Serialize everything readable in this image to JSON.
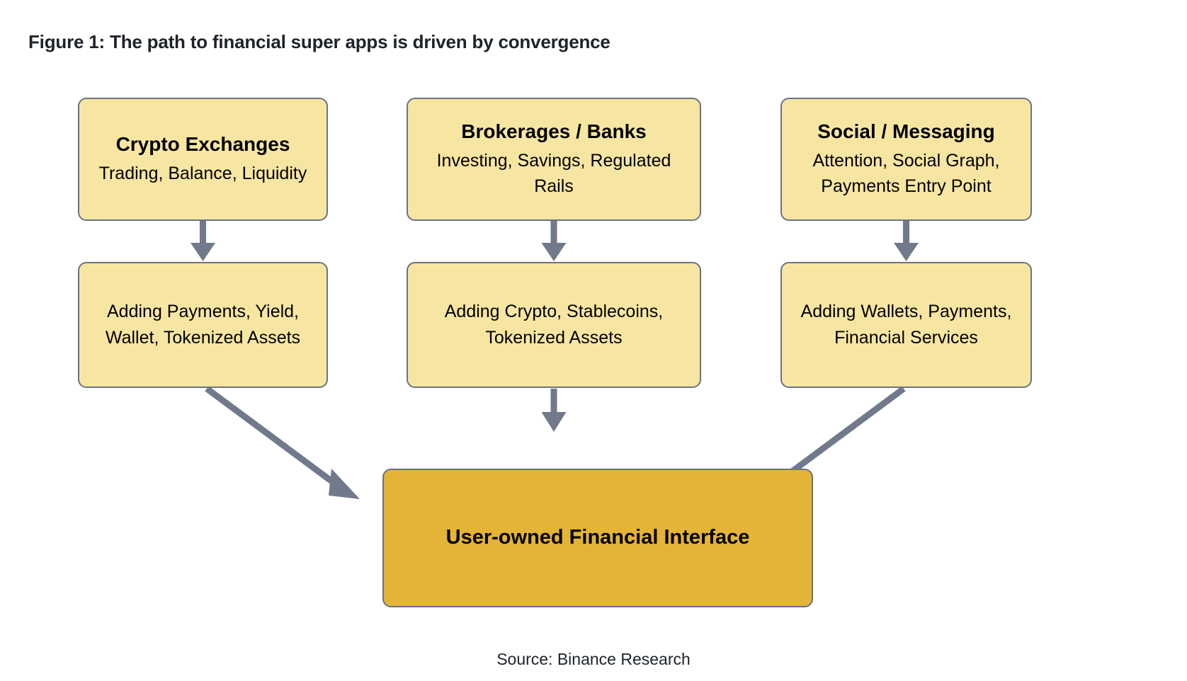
{
  "figure": {
    "title": "Figure 1: The path to financial super apps is driven by convergence",
    "source": "Source: Binance Research"
  },
  "colors": {
    "node_fill_yellow": "#f7e6a2",
    "node_fill_gold": "#e4b437",
    "node_border": "#6a7284",
    "arrow": "#707a8a",
    "text": "#000000",
    "title_text": "#1e2329",
    "background": "#ffffff"
  },
  "diagram": {
    "type": "flowchart",
    "columns": [
      {
        "origin": {
          "title": "Crypto Exchanges",
          "subtitle": "Trading, Balance, Liquidity"
        },
        "evolution": {
          "body": "Adding Payments, Yield, Wallet, Tokenized Assets"
        }
      },
      {
        "origin": {
          "title": "Brokerages / Banks",
          "subtitle": "Investing, Savings, Regulated Rails"
        },
        "evolution": {
          "body": "Adding Crypto, Stablecoins, Tokenized Assets"
        }
      },
      {
        "origin": {
          "title": "Social / Messaging",
          "subtitle": "Attention, Social Graph, Payments Entry Point"
        },
        "evolution": {
          "body": "Adding Wallets, Payments, Financial Services"
        }
      }
    ],
    "convergence": {
      "title": "User-owned Financial Interface"
    },
    "edges": [
      {
        "from": "Crypto Exchanges",
        "to": "Adding Payments, Yield, Wallet, Tokenized Assets",
        "style": "vertical-arrow"
      },
      {
        "from": "Brokerages / Banks",
        "to": "Adding Crypto, Stablecoins, Tokenized Assets",
        "style": "vertical-arrow"
      },
      {
        "from": "Social / Messaging",
        "to": "Adding Wallets, Payments, Financial Services",
        "style": "vertical-arrow"
      },
      {
        "from": "Adding Payments, Yield, Wallet, Tokenized Assets",
        "to": "User-owned Financial Interface",
        "style": "diagonal-arrow"
      },
      {
        "from": "Adding Crypto, Stablecoins, Tokenized Assets",
        "to": "User-owned Financial Interface",
        "style": "vertical-arrow"
      },
      {
        "from": "Adding Wallets, Payments, Financial Services",
        "to": "User-owned Financial Interface",
        "style": "diagonal-arrow"
      }
    ]
  }
}
